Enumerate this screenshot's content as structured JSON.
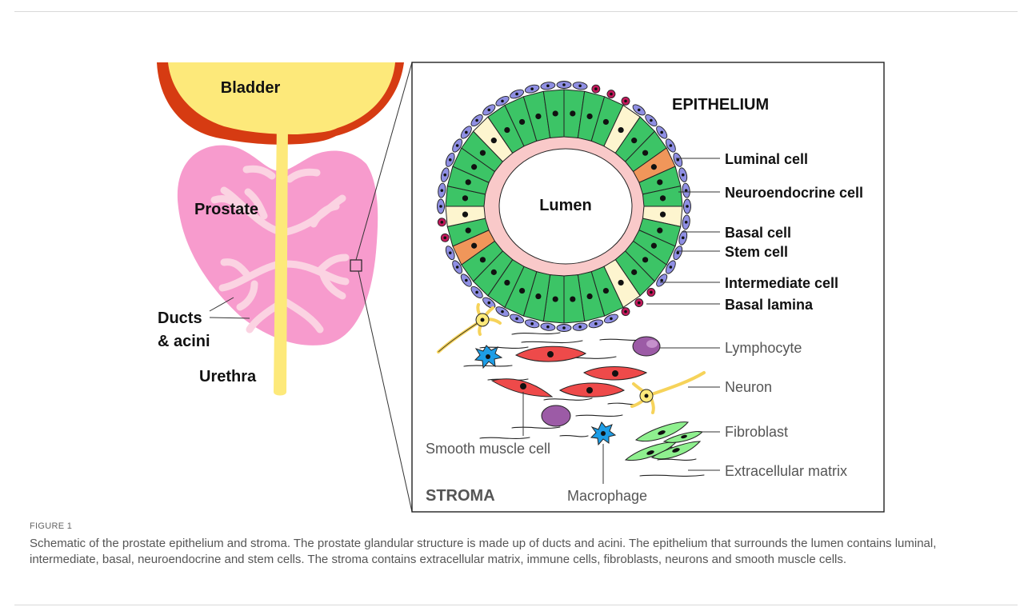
{
  "anatomy": {
    "bladder": "Bladder",
    "prostate": "Prostate",
    "ducts_line1": "Ducts",
    "ducts_line2": "& acini",
    "urethra": "Urethra"
  },
  "detail": {
    "epithelium": "EPITHELIUM",
    "lumen": "Lumen",
    "stroma": "STROMA",
    "epithelial_labels": [
      "Luminal cell",
      "Neuroendocrine cell",
      "Basal cell",
      "Stem cell",
      "Intermediate cell",
      "Basal lamina"
    ],
    "stroma_labels": {
      "lymphocyte": "Lymphocyte",
      "neuron": "Neuron",
      "fibroblast": "Fibroblast",
      "ecm": "Extracellular matrix",
      "smooth_muscle": "Smooth muscle cell",
      "macrophage": "Macrophage"
    }
  },
  "caption": {
    "label": "FIGURE 1",
    "text": "Schematic of the prostate epithelium and stroma. The prostate glandular structure is made up of ducts and acini. The epithelium that surrounds the lumen contains luminal, intermediate, basal, neuroendocrine and stem cells. The stroma contains extracellular matrix, immune cells, fibroblasts, neurons and smooth muscle cells."
  },
  "colors": {
    "bladder_outer": "#d63b12",
    "bladder_inner": "#fde97a",
    "prostate": "#f79bcd",
    "ducts": "#fbd3e2",
    "urethra": "#fde97a",
    "luminal": "#3cc466",
    "basal": "#8f8fe3",
    "stem": "#c2185b",
    "intermediate": "#f0965a",
    "neuroendocrine": "#fdf5cf",
    "lumen_ring": "#f9c9c9",
    "smooth_muscle": "#ee4a4a",
    "lymphocyte": "#9c5ba6",
    "fibroblast": "#8ff08f",
    "macrophage": "#1d9de6",
    "neuron": "#fde97a"
  }
}
